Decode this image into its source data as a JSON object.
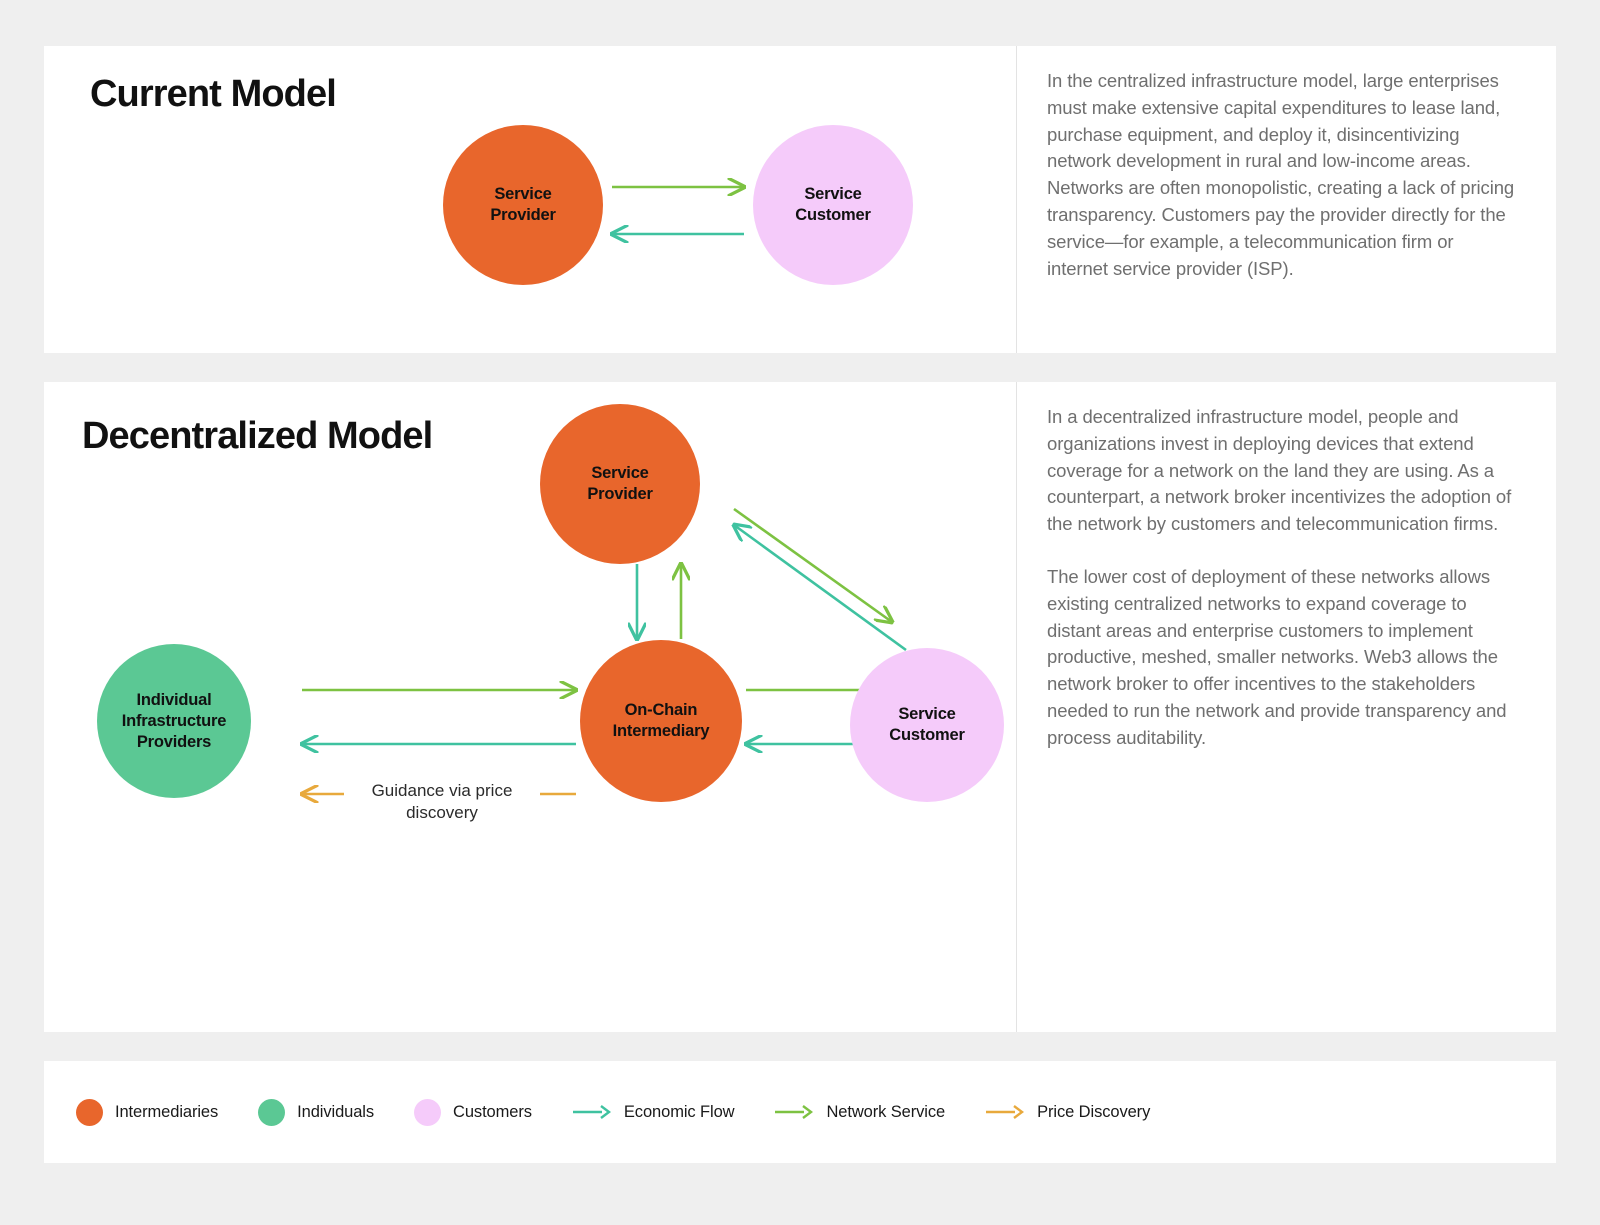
{
  "colors": {
    "background": "#efefef",
    "panel": "#ffffff",
    "intermediaries": "#e8662c",
    "individuals": "#5bc894",
    "customers": "#f5cbfa",
    "economic_flow": "#3fc2a0",
    "network_service": "#7dc242",
    "price_discovery": "#e8a93c",
    "body_text": "#6f6f6f",
    "title_text": "#111111"
  },
  "current_model": {
    "title": "Current Model",
    "nodes": [
      {
        "id": "service-provider",
        "label_line1": "Service",
        "label_line2": "Provider",
        "color_key": "intermediaries"
      },
      {
        "id": "service-customer",
        "label_line1": "Service",
        "label_line2": "Customer",
        "color_key": "customers"
      }
    ],
    "edges": [
      {
        "from": "service-provider",
        "to": "service-customer",
        "type": "network_service"
      },
      {
        "from": "service-customer",
        "to": "service-provider",
        "type": "economic_flow"
      }
    ],
    "description": "In the centralized infrastructure model, large enterprises must make extensive capital expenditures to lease land, purchase equipment, and deploy it, disincentivizing network development in rural and low-income areas. Networks are often monopolistic, creating a lack of pricing transparency. Customers pay the provider directly for the service—for example, a telecommunication firm or internet service provider (ISP)."
  },
  "decentralized_model": {
    "title": "Decentralized Model",
    "nodes": [
      {
        "id": "service-provider",
        "label_line1": "Service",
        "label_line2": "Provider",
        "color_key": "intermediaries"
      },
      {
        "id": "individual-infrastructure-providers",
        "label_line1": "Individual",
        "label_line2": "Infrastructure",
        "label_line3": "Providers",
        "color_key": "individuals"
      },
      {
        "id": "on-chain-intermediary",
        "label_line1": "On-Chain",
        "label_line2": "Intermediary",
        "color_key": "intermediaries"
      },
      {
        "id": "service-customer",
        "label_line1": "Service",
        "label_line2": "Customer",
        "color_key": "customers"
      }
    ],
    "edges": [
      {
        "from": "service-provider",
        "to": "service-customer",
        "type": "network_service"
      },
      {
        "from": "service-customer",
        "to": "service-provider",
        "type": "economic_flow"
      },
      {
        "from": "service-provider",
        "to": "on-chain-intermediary",
        "type": "economic_flow"
      },
      {
        "from": "on-chain-intermediary",
        "to": "service-provider",
        "type": "network_service"
      },
      {
        "from": "individual-infrastructure-providers",
        "to": "on-chain-intermediary",
        "type": "network_service"
      },
      {
        "from": "on-chain-intermediary",
        "to": "individual-infrastructure-providers",
        "type": "economic_flow"
      },
      {
        "from": "on-chain-intermediary",
        "to": "service-customer",
        "type": "network_service"
      },
      {
        "from": "service-customer",
        "to": "on-chain-intermediary",
        "type": "economic_flow"
      },
      {
        "from": "on-chain-intermediary",
        "to": "individual-infrastructure-providers",
        "type": "price_discovery",
        "label_line1": "Guidance",
        "label_line2": "via price discovery"
      }
    ],
    "edge_label": {
      "line1": "Guidance",
      "line2": "via price discovery"
    },
    "description_1": "In a decentralized infrastructure model, people and organizations invest in deploying devices that extend coverage for a network on the land they are using. As a counterpart, a network broker incentivizes the adoption of the network by customers and telecommunication firms.",
    "description_2": "The lower cost of deployment of these networks allows existing centralized networks to expand coverage to distant areas and enterprise customers to implement productive, meshed, smaller networks. Web3 allows the network broker to offer incentives to the stakeholders needed to run the network and provide transparency and process auditability."
  },
  "legend": {
    "items": [
      {
        "kind": "dot",
        "label": "Intermediaries",
        "color_key": "intermediaries"
      },
      {
        "kind": "dot",
        "label": "Individuals",
        "color_key": "individuals"
      },
      {
        "kind": "dot",
        "label": "Customers",
        "color_key": "customers"
      },
      {
        "kind": "arrow",
        "label": "Economic Flow",
        "color_key": "economic_flow"
      },
      {
        "kind": "arrow",
        "label": "Network Service",
        "color_key": "network_service"
      },
      {
        "kind": "arrow",
        "label": "Price Discovery",
        "color_key": "price_discovery"
      }
    ]
  }
}
